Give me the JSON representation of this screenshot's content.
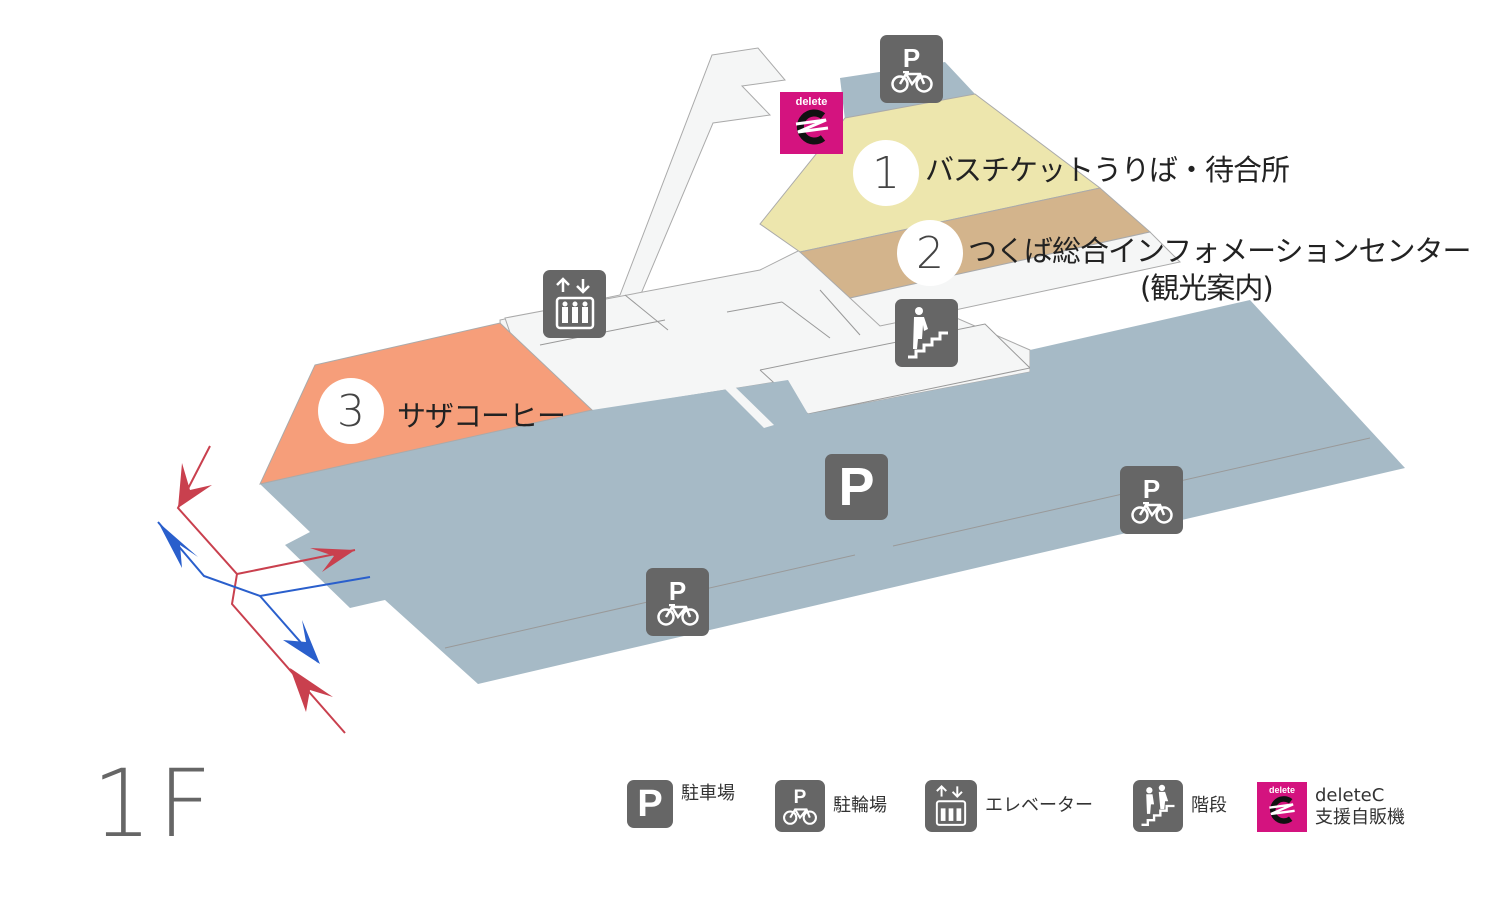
{
  "floor": {
    "label": "1F"
  },
  "shops": [
    {
      "number": "1",
      "name": "バスチケットうりば・待合所",
      "color": "#ede6ad"
    },
    {
      "number": "2",
      "name": "つくば総合インフォメーションセンター",
      "sub": "(観光案内)",
      "color": "#d3b48c"
    },
    {
      "number": "3",
      "name": "サザコーヒー",
      "color": "#f69e7a"
    }
  ],
  "map_colors": {
    "parking_area": "#a6bac6",
    "building_floor": "#f5f6f6",
    "outline": "#999999",
    "icon_bg": "#666666",
    "deletec_bg": "#d4137f",
    "route_red": "#c9404e",
    "route_blue": "#2a5fcc"
  },
  "map_icons": [
    {
      "type": "bicycle-parking",
      "p": "P"
    },
    {
      "type": "deletec-vending",
      "text": "delete"
    },
    {
      "type": "elevator"
    },
    {
      "type": "stairs"
    },
    {
      "type": "car-parking",
      "p": "P"
    },
    {
      "type": "bicycle-parking",
      "p": "P"
    },
    {
      "type": "bicycle-parking",
      "p": "P"
    }
  ],
  "legend": [
    {
      "icon": "car-parking",
      "p": "P",
      "label": "駐車場"
    },
    {
      "icon": "bicycle-parking",
      "p": "P",
      "label": "駐輪場"
    },
    {
      "icon": "elevator",
      "label": "エレベーター"
    },
    {
      "icon": "stairs",
      "label": "階段"
    },
    {
      "icon": "deletec-vending",
      "badge": "delete",
      "label_line1": "deleteC",
      "label_line2": "支援自販機"
    }
  ]
}
